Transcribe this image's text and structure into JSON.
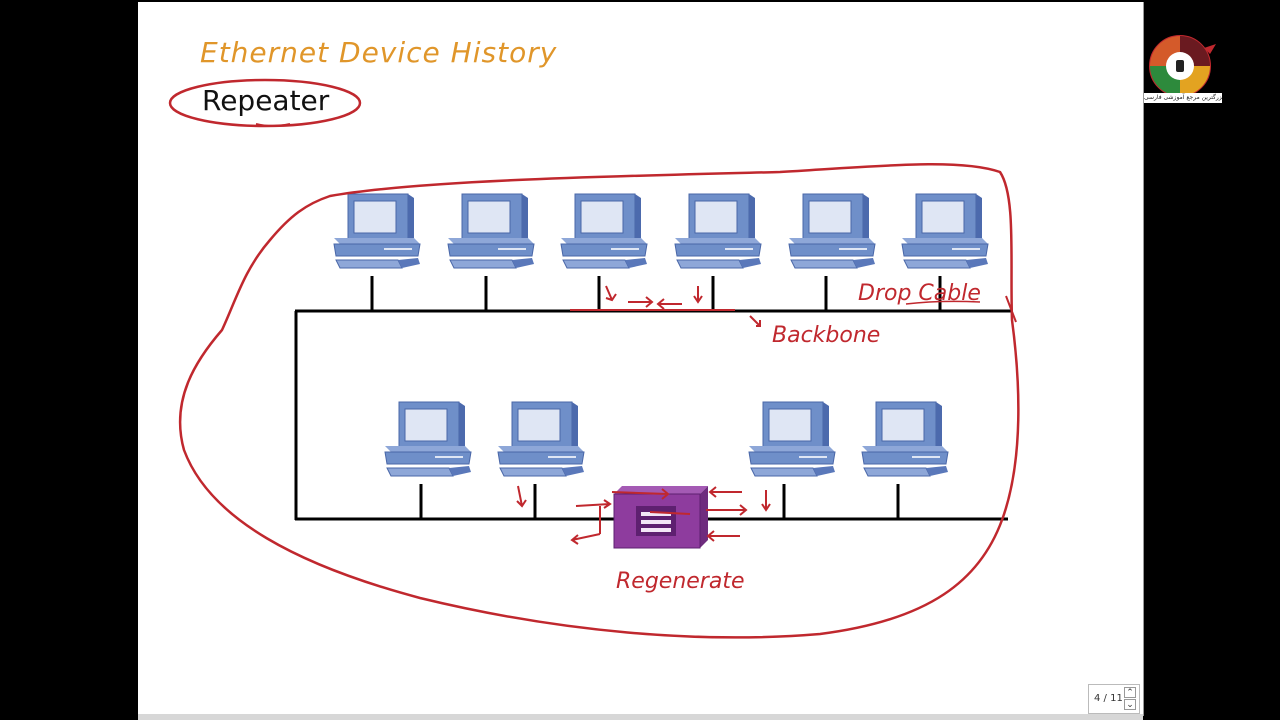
{
  "slide": {
    "title": "Ethernet Device History",
    "subtitle": "Repeater"
  },
  "annotations": {
    "drop_cable": "Drop Cable",
    "backbone": "Backbone",
    "regenerate": "Regenerate"
  },
  "colors": {
    "title": "#e0962a",
    "ink": "#c0282e",
    "computer_blue": "#6f8fc9",
    "repeater_purple": "#8e3c9e"
  },
  "icons": {
    "computer": "computer-icon",
    "repeater": "repeater-icon",
    "logo": "logo-icon"
  },
  "logo": {
    "caption": "بزرگترین مرجع آموزشی فارسی"
  },
  "pager": {
    "page_label": "4 / 11",
    "up_icon": "chevron-up-icon",
    "down_icon": "chevron-down-icon"
  }
}
